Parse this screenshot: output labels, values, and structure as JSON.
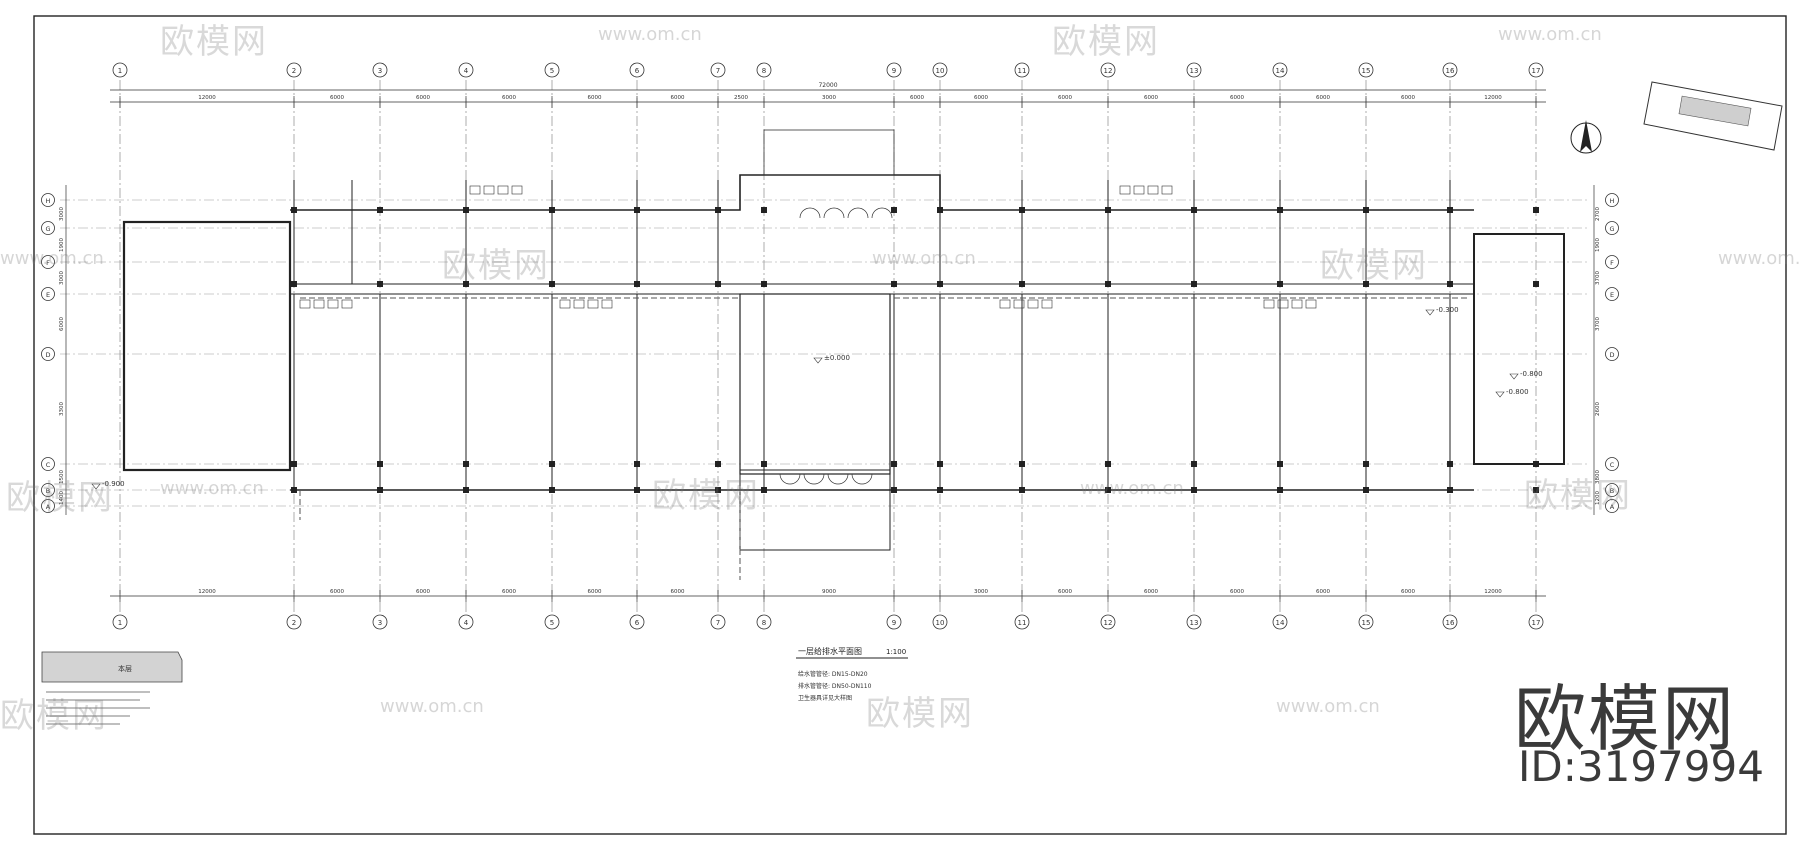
{
  "drawing": {
    "grid_axes_top": [
      "1",
      "2",
      "3",
      "4",
      "5",
      "6",
      "7",
      "8",
      "9",
      "10",
      "11",
      "12",
      "13",
      "14",
      "15",
      "16",
      "17"
    ],
    "grid_axes_left": [
      "H",
      "G",
      "F",
      "E",
      "D",
      "C",
      "B",
      "A"
    ],
    "overall_dimension": "72000",
    "dimensions_top": [
      "12000",
      "6000",
      "6000",
      "6000",
      "6000",
      "6000",
      "2500",
      "3000",
      "6000",
      "6000",
      "6000",
      "6000",
      "6000",
      "6000",
      "6000",
      "12000"
    ],
    "dimensions_bottom": [
      "12000",
      "6000",
      "6000",
      "6000",
      "6000",
      "6000",
      "9000",
      "3000",
      "6000",
      "6000",
      "6000",
      "6000",
      "6000",
      "12000"
    ],
    "dimensions_left": [
      "3000",
      "1900",
      "3000",
      "6000",
      "3300",
      "1500",
      "1400"
    ],
    "dimensions_right": [
      "2700",
      "1900",
      "3700",
      "3700",
      "2600",
      "3800",
      "1200"
    ],
    "floor_levels": [
      "-0.300",
      "-0.800",
      "-0.900",
      "±0.000",
      "-0.800"
    ],
    "plan_title": "一层给排水平面图",
    "plan_scale": "1:100",
    "plan_notes": [
      "给水管管径: DN15-DN20",
      "排水管管径: DN50-DN110",
      "卫生器具详见大样图"
    ],
    "keyplan_label": "本层"
  },
  "watermark": {
    "brand": "欧模网",
    "url": "www.om.cn",
    "id_label": "ID:3197994"
  }
}
